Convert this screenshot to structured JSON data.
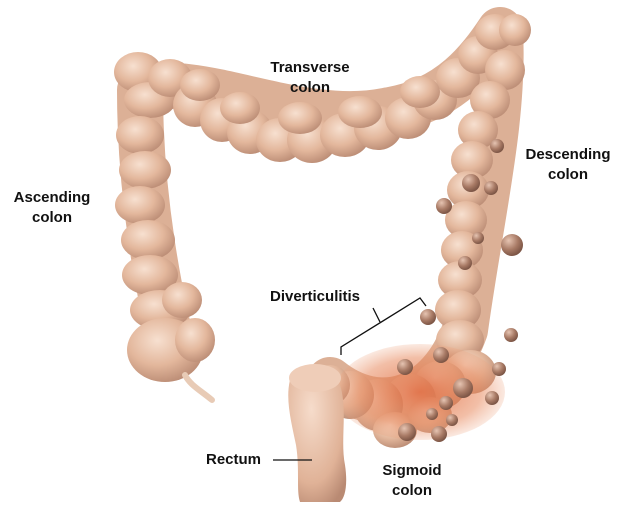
{
  "labels": {
    "transverse": [
      "Transverse",
      "colon"
    ],
    "descending": [
      "Descending",
      "colon"
    ],
    "ascending": [
      "Ascending",
      "colon"
    ],
    "diverticulitis": "Diverticulitis",
    "rectum": "Rectum",
    "sigmoid": [
      "Sigmoid",
      "colon"
    ]
  },
  "colors": {
    "colon_base": "#e3b79c",
    "colon_highlight": "#f6dccb",
    "colon_shadow": "#b98a73",
    "inflammation": "#e0693e",
    "diverticula": "#a87a65",
    "label_text": "#111111",
    "background": "#ffffff"
  }
}
